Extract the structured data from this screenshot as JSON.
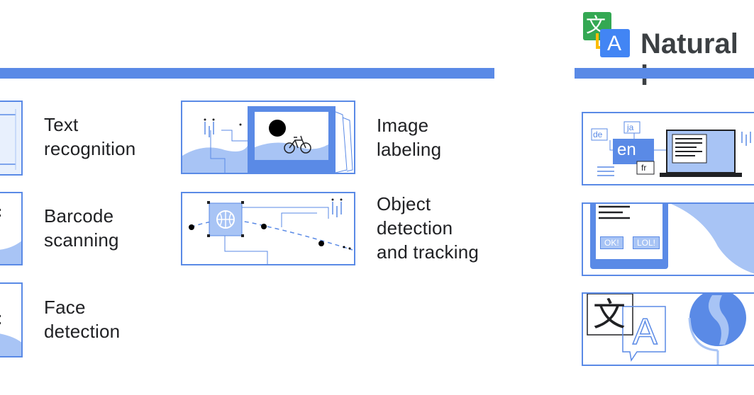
{
  "right_header": {
    "title": "Natural l"
  },
  "vision_features": [
    {
      "label_lines": [
        "Text",
        "recognition"
      ]
    },
    {
      "label_lines": [
        "Barcode",
        "scanning"
      ]
    },
    {
      "label_lines": [
        "Face",
        "detection"
      ]
    },
    {
      "label_lines": [
        "Image",
        "labeling"
      ]
    },
    {
      "label_lines": [
        "Object",
        "detection",
        "and tracking"
      ]
    }
  ],
  "translate_icon": {
    "glyph_top": "文",
    "glyph_bottom": "A"
  },
  "language_card": {
    "chips": [
      "de",
      "ja",
      "en",
      "fr"
    ]
  },
  "smart_reply_card": {
    "buttons": [
      "OK!",
      "LOL!"
    ]
  },
  "translate_card": {
    "glyph_left": "文",
    "glyph_right": "A"
  },
  "colors": {
    "accent": "#5a8ae6",
    "light": "#a8c4f5",
    "pale": "#e8f0fd",
    "text": "#202124"
  }
}
